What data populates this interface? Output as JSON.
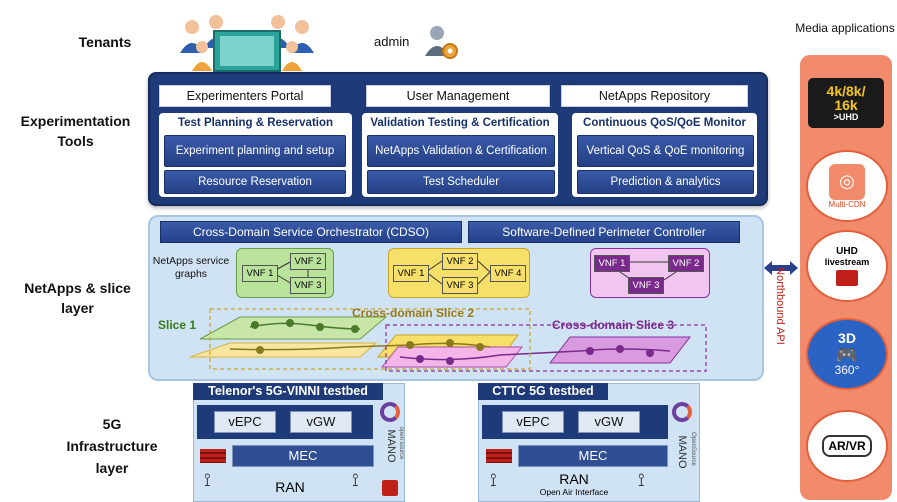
{
  "row_labels": {
    "tenants": "Tenants",
    "experimentation": "Experimentation Tools",
    "netapps": "NetApps & slice layer",
    "infra": "5G Infrastructure layer"
  },
  "admin_label": "admin",
  "top_boxes": [
    "Experimenters Portal",
    "User Management",
    "NetApps Repository"
  ],
  "columns": [
    {
      "title": "Test Planning & Reservation",
      "items": [
        "Experiment planning and setup",
        "Resource Reservation"
      ]
    },
    {
      "title": "Validation Testing & Certification",
      "items": [
        "NetApps Validation & Certification",
        "Test Scheduler"
      ]
    },
    {
      "title": "Continuous QoS/QoE Monitor",
      "items": [
        "Vertical QoS & QoE monitoring",
        "Prediction & analytics"
      ]
    }
  ],
  "orchestrators": [
    "Cross-Domain Service Orchestrator (CDSO)",
    "Software-Defined Perimeter Controller"
  ],
  "service_graphs_label": "NetApps service graphs",
  "graph1": [
    "VNF 1",
    "VNF 2",
    "VNF 3"
  ],
  "graph2": [
    "VNF 1",
    "VNF 2",
    "VNF 3",
    "VNF 4"
  ],
  "graph3": [
    "VNF 1",
    "VNF 2",
    "VNF 3"
  ],
  "slices": [
    "Slice 1",
    "Cross-domain Slice 2",
    "Cross-domain Slice 3"
  ],
  "northbound_api": "Northbound API",
  "media_title": "Media applications",
  "media": {
    "uhd_lines": [
      "4k/8k/",
      "16k",
      ">UHD"
    ],
    "multicdn": "Multi-CDN",
    "livestream_top": "UHD",
    "livestream": "livestream",
    "game_3d": "3D",
    "game_360": "360°",
    "arvr": "AR/VR"
  },
  "testbeds": [
    {
      "title": "Telenor's 5G-VINNI testbed",
      "vepc": "vEPC",
      "vgw": "vGW",
      "mec": "MEC",
      "ran": "RAN",
      "mano": "MANO",
      "mano_small": "open source"
    },
    {
      "title": "CTTC 5G testbed",
      "vepc": "vEPC",
      "vgw": "vGW",
      "mec": "MEC",
      "ran": "RAN",
      "ran_sub": "Open Air Interface",
      "mano": "MANO",
      "mano_small": "OpenSource"
    }
  ],
  "colors": {
    "navy": "#1f3a78",
    "panel": "#cfe3f5",
    "media": "#f28a6c",
    "green": "#b9e39b",
    "yellow": "#f7e06a",
    "purple": "#8a2f9a"
  }
}
